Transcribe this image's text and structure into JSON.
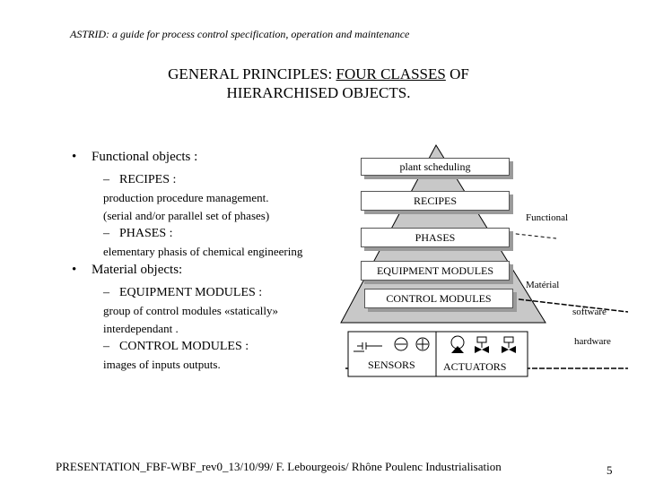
{
  "header_note": "ASTRID: a guide for process control specification, operation and maintenance",
  "title": {
    "part1": "GENERAL PRINCIPLES: ",
    "part2_underlined": "FOUR CLASSES",
    "part3": " OF",
    "line2": "HIERARCHISED OBJECTS."
  },
  "bullets": {
    "functional_heading": "Functional objects :",
    "recipes_item": "RECIPES :",
    "recipes_desc1": "production procedure management.",
    "recipes_desc2": "(serial and/or parallel set of phases)",
    "phases_item": "PHASES :",
    "phases_desc": "elementary phasis of chemical engineering",
    "material_heading": "Material objects:",
    "equipment_item": "EQUIPMENT MODULES :",
    "equipment_desc1": "group of control modules «statically»",
    "equipment_desc2": "interdependant .",
    "control_item": "CONTROL MODULES :",
    "control_desc": "images of inputs outputs.",
    "dash": "–"
  },
  "diagram": {
    "plant_scheduling": "plant scheduling",
    "recipes": "RECIPES",
    "phases": "PHASES",
    "equipment_modules": "EQUIPMENT MODULES",
    "control_modules": "CONTROL MODULES",
    "sensors": "SENSORS",
    "actuators": "ACTUATORS",
    "functional": "Functional",
    "material": "Matérial",
    "software": "software",
    "hardware": "hardware"
  },
  "footer": "PRESENTATION_FBF-WBF_rev0_13/10/99/ F. Lebourgeois/ Rhône Poulenc Industrialisation",
  "page_number": "5"
}
